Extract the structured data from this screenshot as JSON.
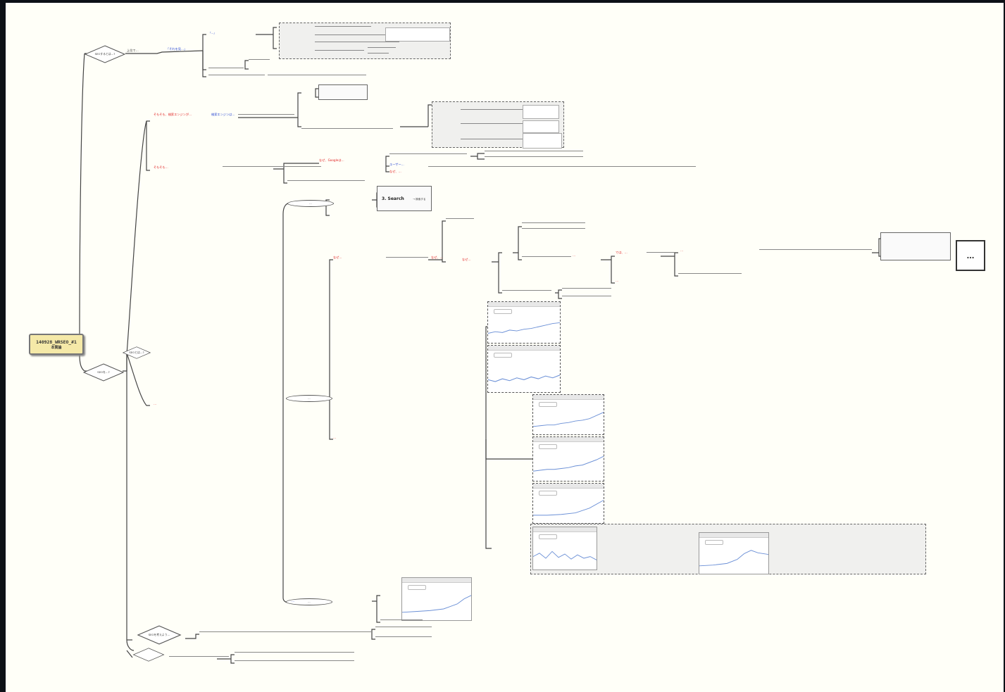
{
  "root": {
    "title": "140928_WRSEO_#1",
    "subtitle": "本質論"
  },
  "branches": [
    {
      "label": "SEOするとは…?"
    },
    {
      "label": "SEOを…?"
    },
    {
      "label": "SEOとは…?"
    },
    {
      "label": "SEOを考えよう…"
    }
  ],
  "sections": {
    "s1_a": "上位で…",
    "s1_b": "「それを見…」",
    "s1_c": "「…」",
    "s2_a": "そもそも、検索エンジンが…",
    "s2_b": "検索エンジンは…",
    "s3_a": "そもそも…",
    "s3_b": "なぜ、Googleは…",
    "s3_c": "ユーザー…",
    "s3_d": "なぜ、…",
    "s4_a": "なぜ…",
    "s4_b": "なぜ、…",
    "s5_a": "なぜ…",
    "s5_b": "…",
    "s6_a": "では、…",
    "s6_b": "…",
    "s7_a": "…",
    "s7_b": "…",
    "s8_a": "…",
    "s8_b": "…"
  },
  "ellipses": {
    "e1": "…",
    "e2": "…",
    "e3": "…"
  },
  "big_labels": {
    "search": "3. Search",
    "search_b": "→ 検索する"
  },
  "logo_text": "…"
}
